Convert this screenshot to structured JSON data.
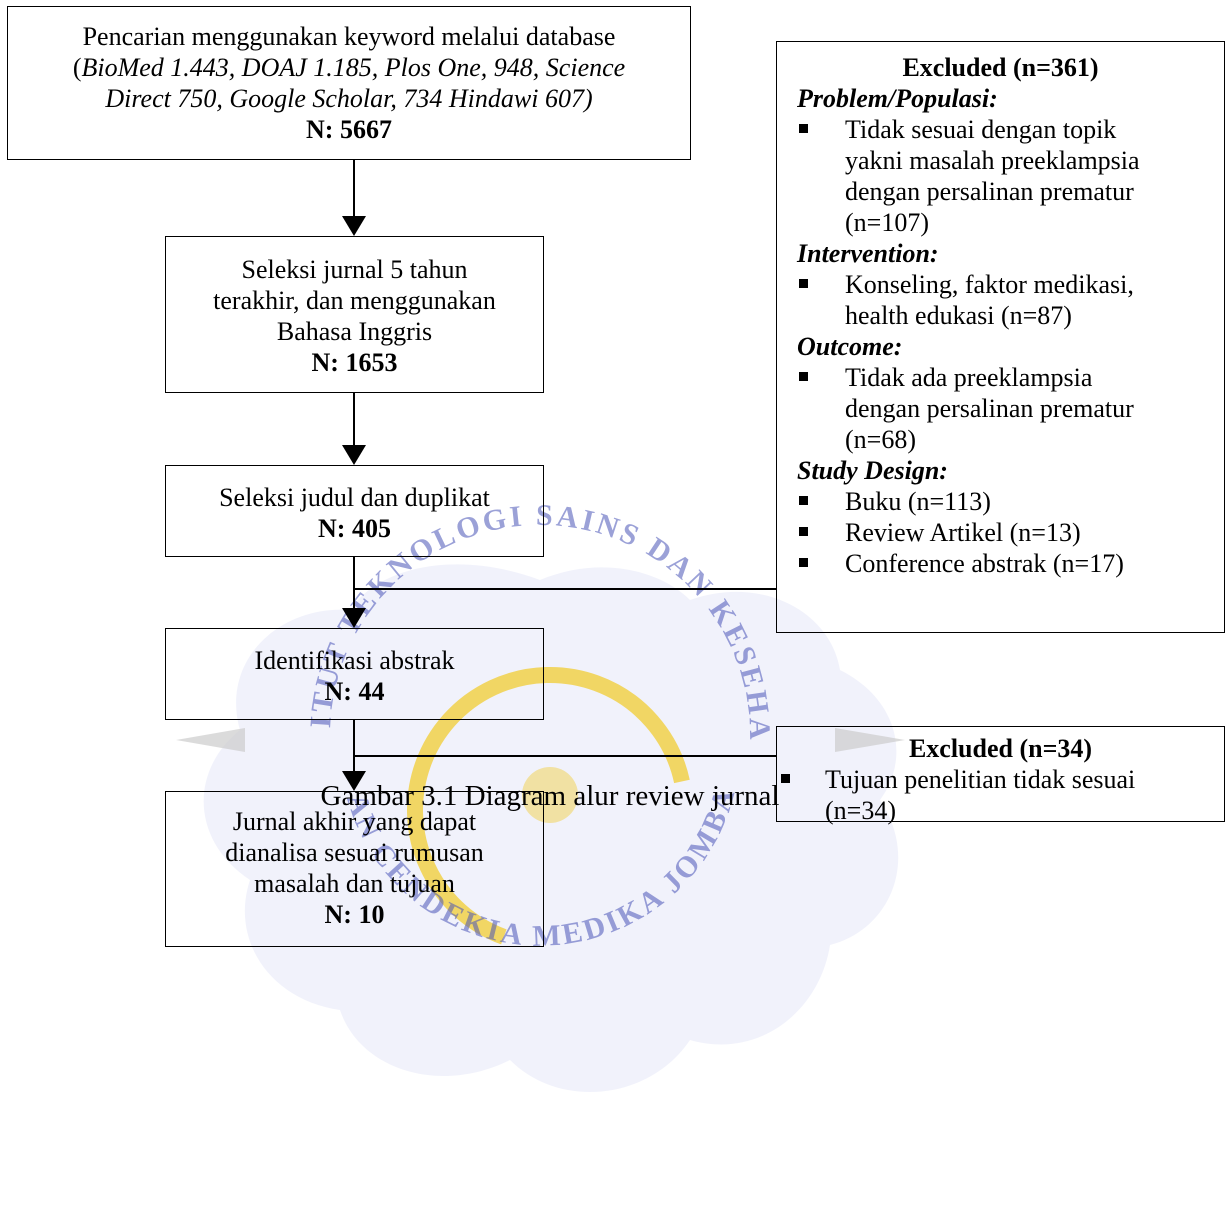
{
  "colors": {
    "line": "#000000",
    "watermark_blue": "#4A55B8",
    "watermark_gold": "#F2C300",
    "watermark_lightblue": "#D6DBF3"
  },
  "flow": {
    "step1": {
      "line1": "Pencarian menggunakan keyword melalui database",
      "line2_prefix": "(",
      "line2_italic": "BioMed 1.443, DOAJ 1.185, Plos One, 948, Science",
      "line3_italic": "Direct 750, Google Scholar, 734 Hindawi 607)",
      "count": "N: 5667"
    },
    "step2": {
      "line1": "Seleksi jurnal 5 tahun",
      "line2": "terakhir, dan menggunakan",
      "line3": "Bahasa Inggris",
      "count": "N: 1653"
    },
    "step3": {
      "line1": "Seleksi judul dan duplikat",
      "count": "N: 405"
    },
    "step4": {
      "line1": "Identifikasi abstrak",
      "count": "N: 44"
    },
    "step5": {
      "line1": "Jurnal akhir yang dapat",
      "line2": "dianalisa sesuai rumusan",
      "line3": "masalah dan tujuan",
      "count": "N: 10"
    }
  },
  "excluded1": {
    "title": "Excluded (n=361)",
    "sections": [
      {
        "label": "Problem/Populasi:",
        "items": [
          [
            "Tidak sesuai dengan topik",
            "yakni masalah preeklampsia",
            "dengan persalinan prematur",
            "(n=107)"
          ]
        ]
      },
      {
        "label": "Intervention:",
        "items": [
          [
            "Konseling, faktor medikasi,",
            "health edukasi (n=87)"
          ]
        ]
      },
      {
        "label": "Outcome:",
        "items": [
          [
            "Tidak ada preeklampsia",
            "dengan persalinan prematur",
            "(n=68)"
          ]
        ]
      },
      {
        "label": "Study Design:",
        "items": [
          [
            "Buku (n=113)"
          ],
          [
            "Review Artikel (n=13)"
          ],
          [
            "Conference abstrak (n=17)"
          ]
        ]
      }
    ]
  },
  "excluded2": {
    "title": "Excluded (n=34)",
    "items": [
      [
        "Tujuan penelitian tidak sesuai",
        "(n=34)"
      ]
    ]
  },
  "caption": "Gambar 3.1 Diagram alur review jurnal",
  "watermark": {
    "text_top": "INSTITUT TEKNOLOGI SAINS DAN KESEHATAN",
    "text_bottom": "INSAN CENDEKIA MEDIKA JOMBANG"
  }
}
